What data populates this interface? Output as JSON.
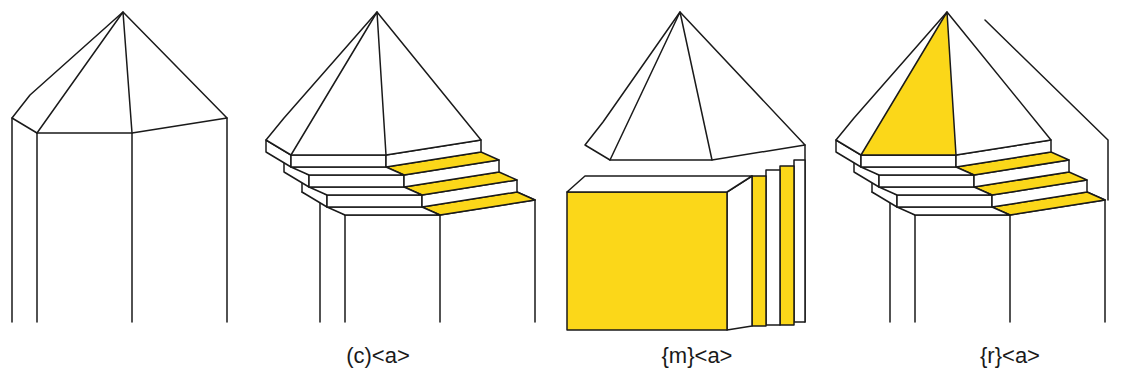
{
  "diagram": {
    "labels": [
      "(c)<a>",
      "{m}<a>",
      "{r}<a>"
    ]
  }
}
